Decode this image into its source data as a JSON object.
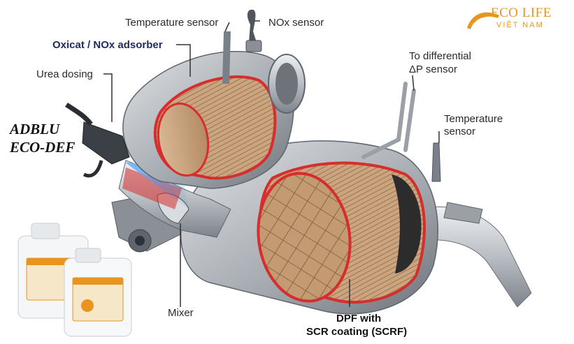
{
  "labels": {
    "temperature_sensor_top": "Temperature sensor",
    "nox_sensor": "NOx sensor",
    "oxicat": "Oxicat / NOx adsorber",
    "urea_dosing": "Urea dosing",
    "to_differential_line1": "To differential",
    "to_differential_line2": "ΔP sensor",
    "temperature_sensor_right_line1": "Temperature",
    "temperature_sensor_right_line2": "sensor",
    "mixer": "Mixer",
    "dpf_line1": "DPF with",
    "dpf_line2": "SCR coating (SCRF)"
  },
  "overlay": {
    "line1": "ADBLU",
    "line2": "ECO-DEF"
  },
  "logo": {
    "line1": "ECO LIFE",
    "line2": "VIỆT NAM"
  },
  "colors": {
    "logo": "#e8951f",
    "oxicat_label": "#1f2b5c",
    "catalyst_core": "#c9a27c",
    "insulation_red": "#d62d2d",
    "urea_spray": "#2f7fd8"
  }
}
